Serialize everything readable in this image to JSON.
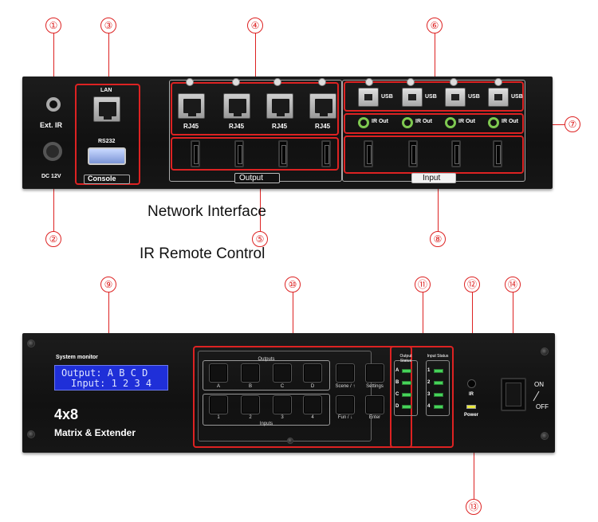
{
  "callouts": [
    "①",
    "②",
    "③",
    "④",
    "⑤",
    "⑥",
    "⑦",
    "⑧",
    "⑨",
    "⑩",
    "⑪",
    "⑫",
    "⑬",
    "⑭"
  ],
  "overlay": {
    "network_interface": "Network Interface",
    "ir_remote_control": "IR Remote Control"
  },
  "rear": {
    "ext_ir": "Ext. IR",
    "dc": "DC 12V",
    "lan": "LAN",
    "rs232": "RS232",
    "console": "Console",
    "rj45": [
      "RJ45",
      "RJ45",
      "RJ45",
      "RJ45"
    ],
    "output_label": "Output",
    "usb": [
      "USB",
      "USB",
      "USB",
      "USB"
    ],
    "ir_out": [
      "IR Out",
      "IR Out",
      "IR Out",
      "IR Out"
    ],
    "input_label": "Input"
  },
  "front": {
    "system_monitor": "System monitor",
    "lcd_line1": "Output: A B C D",
    "lcd_line2": "Input: 1 2 3 4",
    "model": "4x8",
    "product": "Matrix & Extender",
    "outputs_label": "Outputs",
    "inputs_label": "Inputs",
    "output_keys": [
      "A",
      "B",
      "C",
      "D"
    ],
    "input_keys": [
      "1",
      "2",
      "3",
      "4"
    ],
    "scene_label": "Scene / ↑",
    "settings_label": "Settings",
    "fun_label": "Fun / ↓",
    "enter_label": "Enter",
    "output_status": "Output Status",
    "input_status": "Input Status",
    "out_leds": [
      "A",
      "B",
      "C",
      "D"
    ],
    "in_leds": [
      "1",
      "2",
      "3",
      "4"
    ],
    "ir": "IR",
    "power": "Power",
    "on": "ON",
    "off": "OFF"
  }
}
